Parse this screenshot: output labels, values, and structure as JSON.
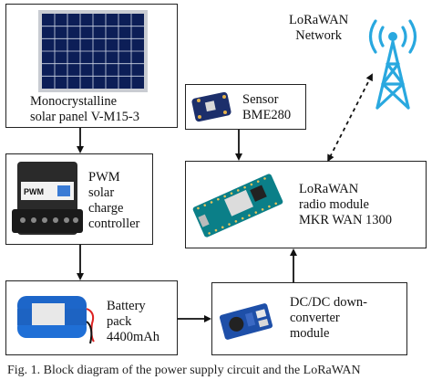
{
  "blocks": {
    "solar_panel": {
      "label": "Monocrystalline\nsolar panel V-M15-3"
    },
    "charge_controller": {
      "label": "PWM\nsolar\ncharge\ncontroller",
      "device_text": "PWM"
    },
    "sensor": {
      "label": "Sensor\nBME280"
    },
    "radio_module": {
      "label": "LoRaWAN\nradio module\nMKR WAN 1300"
    },
    "battery": {
      "label": "Battery\npack\n4400mAh"
    },
    "converter": {
      "label": "DC/DC down-\nconverter\nmodule"
    }
  },
  "network": {
    "label": "LoRaWAN\nNetwork"
  },
  "caption": "Fig. 1. Block diagram of the power supply circuit and the LoRaWAN",
  "colors": {
    "tower": "#29a8df",
    "line": "#111111",
    "panel_cell": "#0c1e57"
  }
}
